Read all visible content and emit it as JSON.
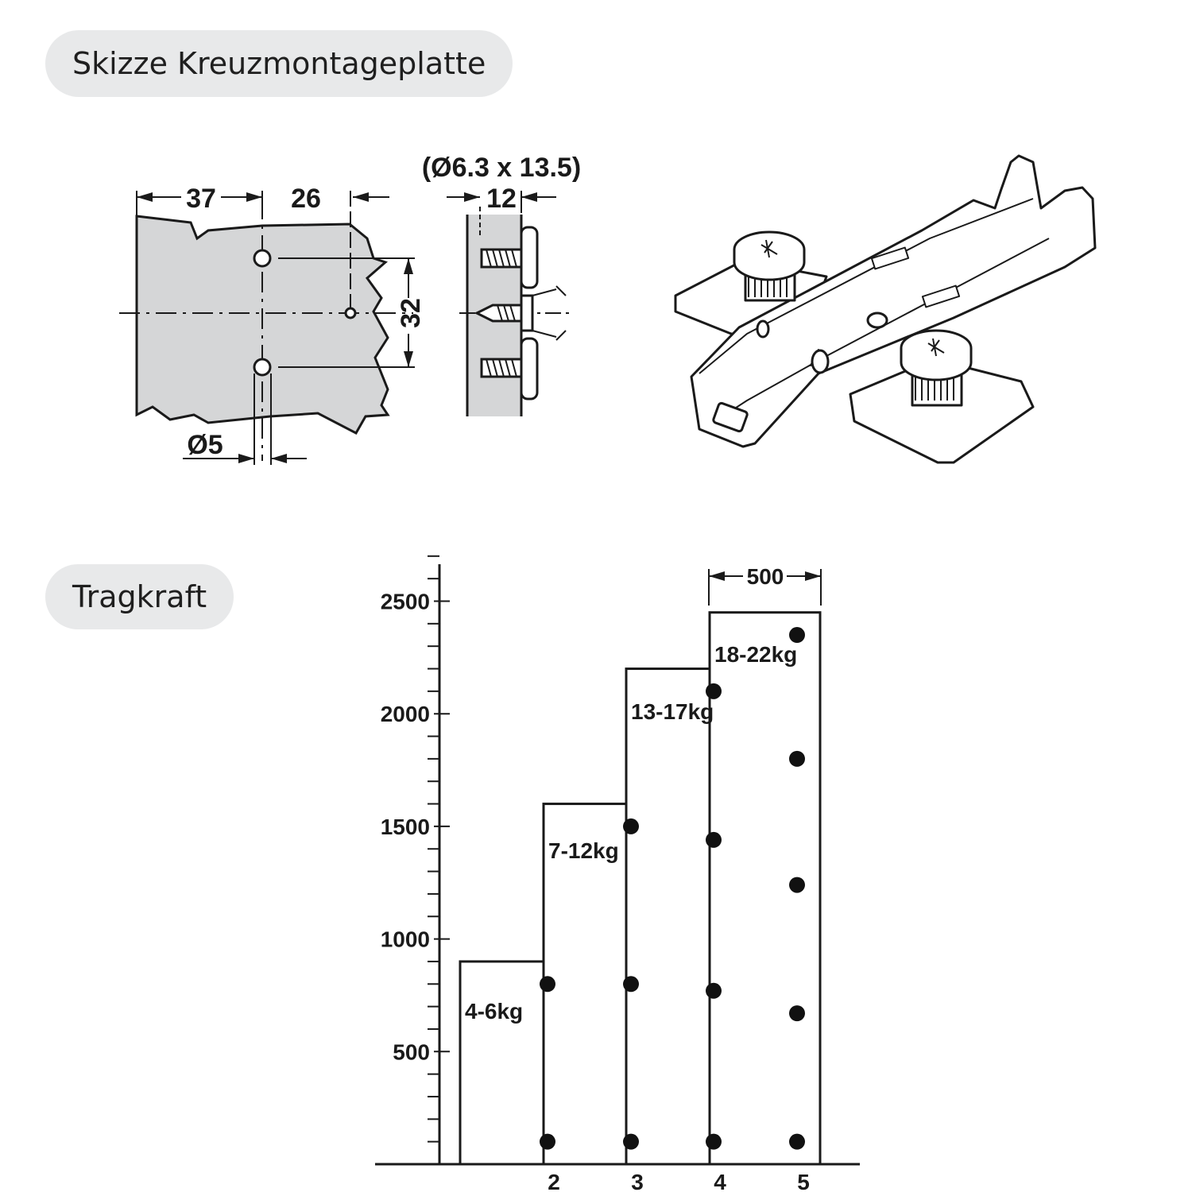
{
  "sections": {
    "sketch_title": "Skizze Kreuzmontageplatte",
    "load_title": "Tragkraft"
  },
  "sketch": {
    "dim_37": "37",
    "dim_26": "26",
    "dim_32": "32",
    "dim_d5": "Ø5",
    "dim_12": "12",
    "screw_spec": "(Ø6.3 x 13.5)"
  },
  "chart_data": {
    "type": "bar",
    "y_ticks": [
      "500",
      "1000",
      "1500",
      "2000",
      "2500"
    ],
    "categories": [
      "2",
      "3",
      "4",
      "5"
    ],
    "values": [
      900,
      1600,
      2200,
      2450
    ],
    "bar_labels": [
      "4-6kg",
      "7-12kg",
      "13-17kg",
      "18-22kg"
    ],
    "hinge_positions": [
      [
        100,
        800
      ],
      [
        100,
        800,
        1500
      ],
      [
        100,
        770,
        1440,
        2100
      ],
      [
        100,
        670,
        1240,
        1800,
        2350
      ]
    ],
    "width_dimension": "500",
    "ylim": [
      0,
      2700
    ],
    "grid": false
  }
}
